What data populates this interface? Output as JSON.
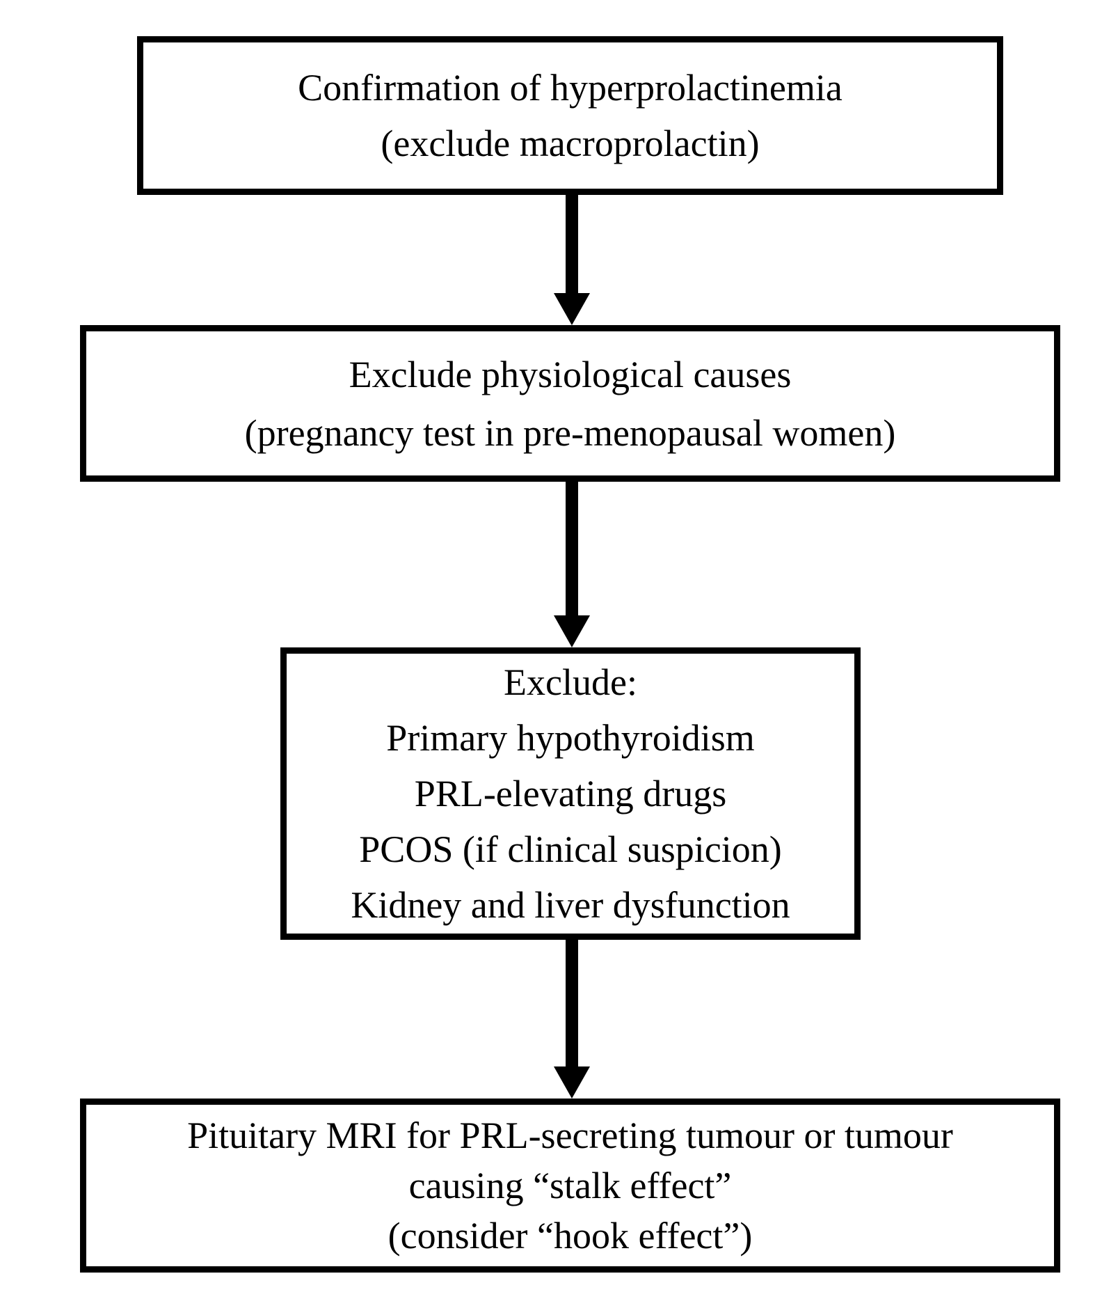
{
  "flowchart": {
    "title": "Hyperprolactinemia diagnostic work-up flowchart",
    "colors": {
      "background": "#ffffff",
      "box_fill": "#ffffff",
      "box_border": "#000000",
      "text": "#000000",
      "arrow": "#000000"
    },
    "boxes": [
      {
        "id": "confirmation",
        "lines": [
          "Confirmation of hyperprolactinemia",
          "(exclude macroprolactin)"
        ]
      },
      {
        "id": "physiological",
        "lines": [
          "Exclude physiological causes",
          "(pregnancy test in pre-menopausal women)"
        ]
      },
      {
        "id": "exclusions",
        "lines": [
          "Exclude:",
          "Primary hypothyroidism",
          "PRL-elevating drugs",
          "PCOS (if clinical suspicion)",
          "Kidney and liver dysfunction"
        ]
      },
      {
        "id": "mri",
        "lines": [
          "Pituitary MRI for PRL-secreting tumour or tumour",
          "causing “stalk effect”",
          "(consider “hook effect”)"
        ]
      }
    ]
  }
}
